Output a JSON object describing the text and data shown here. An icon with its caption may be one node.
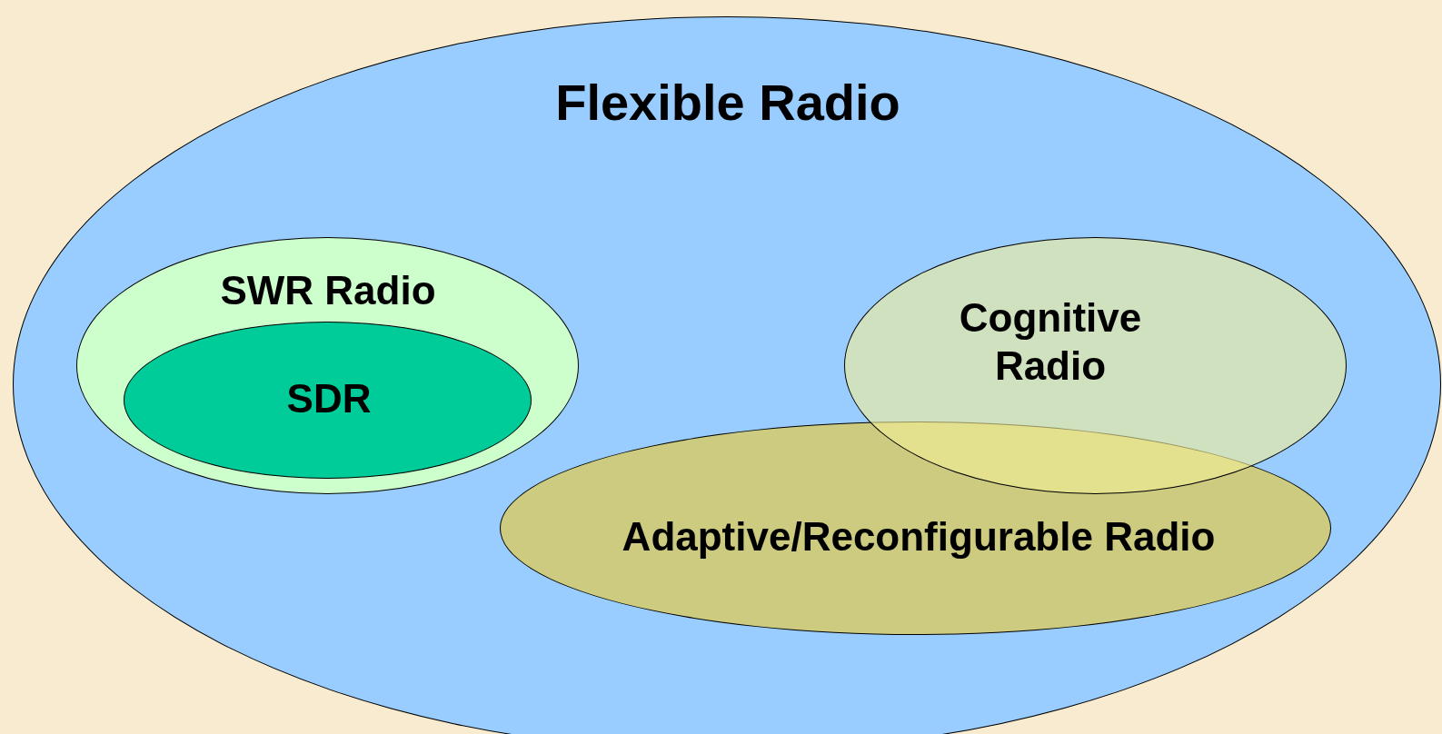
{
  "diagram": {
    "nodes": [
      {
        "text": [
          "Flexible Radio"
        ]
      },
      {
        "text": [
          "SWR Radio"
        ],
        "in": 0
      },
      {
        "text": [
          "SDR"
        ],
        "in": 1
      },
      {
        "text": [
          "Cognitive Radio"
        ],
        "in": 0
      },
      {
        "text": [
          "Adaptive/Reconfigurable Radio"
        ],
        "in": 0
      }
    ]
  }
}
